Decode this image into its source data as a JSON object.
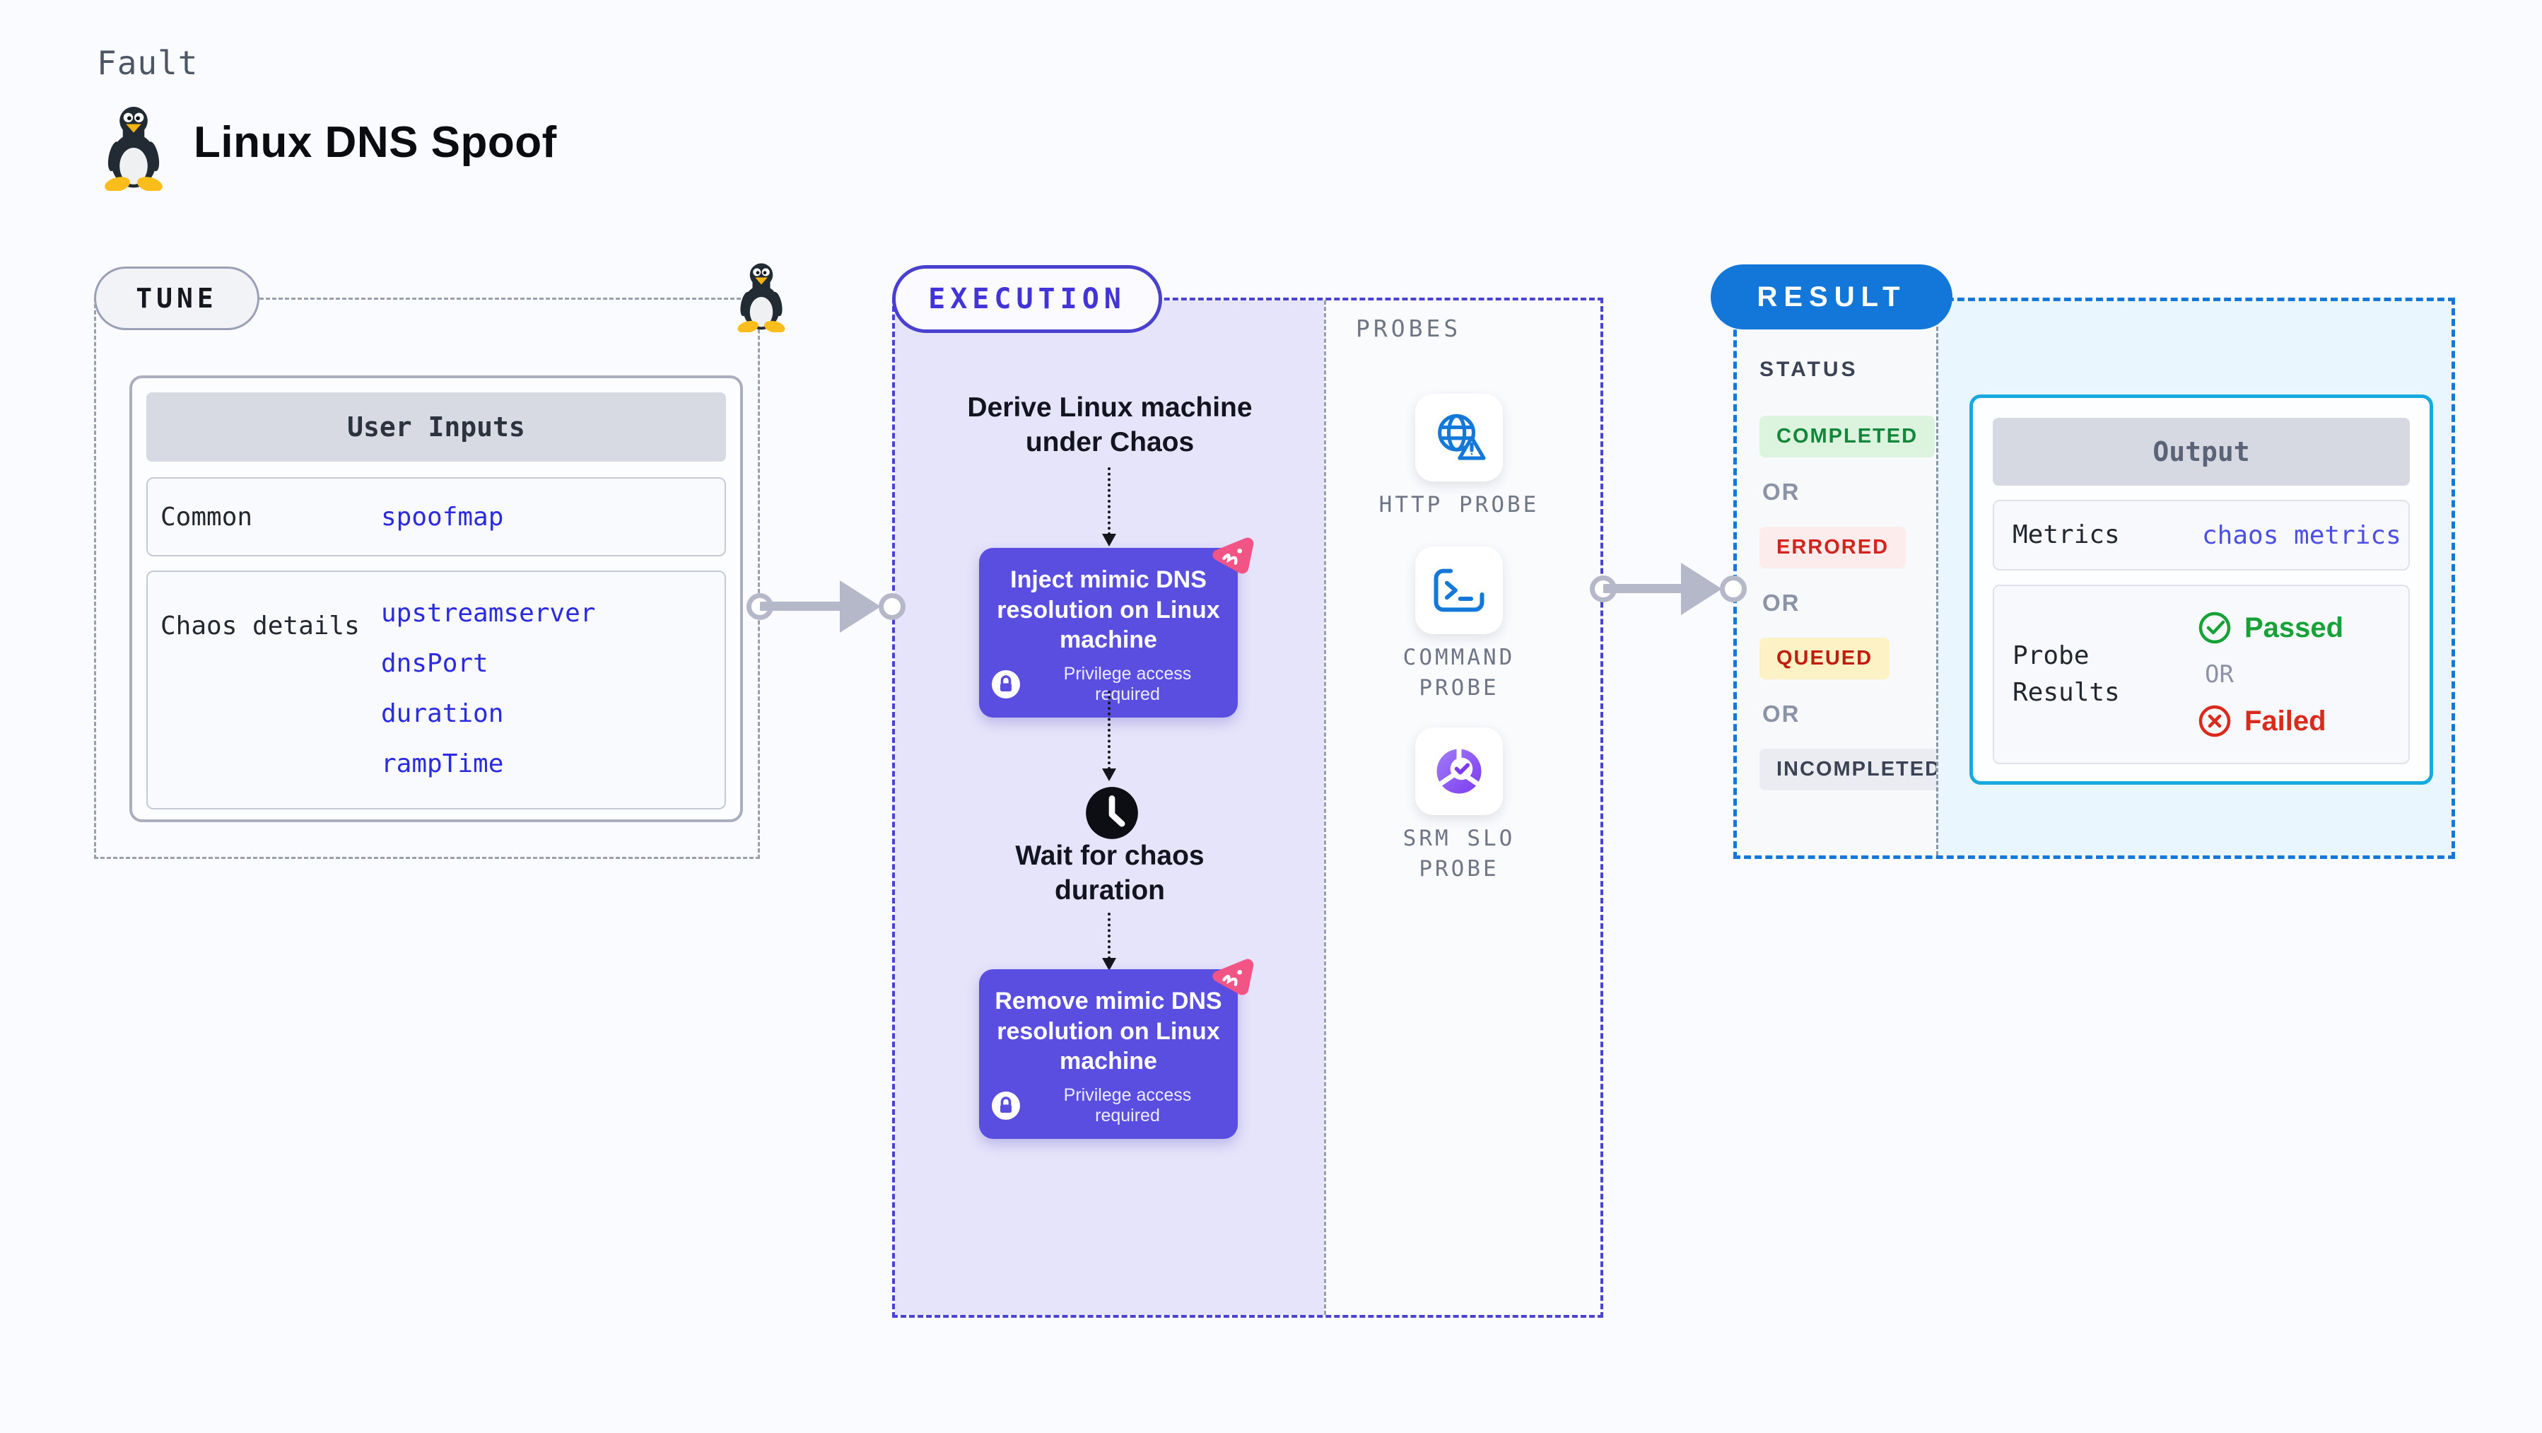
{
  "page": {
    "kicker": "Fault",
    "title": "Linux DNS Spoof"
  },
  "tune": {
    "label": "TUNE",
    "table": {
      "header": "User Inputs",
      "rows": [
        {
          "label": "Common",
          "values": [
            "spoofmap"
          ]
        },
        {
          "label": "Chaos details",
          "values": [
            "upstreamserver",
            "dnsPort",
            "duration",
            "rampTime"
          ]
        }
      ]
    }
  },
  "execution": {
    "label": "EXECUTION",
    "steps": {
      "derive": "Derive Linux machine under Chaos",
      "inject": "Inject mimic DNS resolution on Linux machine",
      "privilege": "Privilege access required",
      "wait": "Wait for chaos duration",
      "remove": "Remove mimic DNS resolution on Linux machine"
    },
    "probes": {
      "label": "PROBES",
      "items": [
        {
          "name": "HTTP PROBE",
          "icon": "globe-alert-icon"
        },
        {
          "name": "COMMAND PROBE",
          "icon": "terminal-icon"
        },
        {
          "name": "SRM SLO PROBE",
          "icon": "pie-check-icon"
        }
      ]
    }
  },
  "result": {
    "label": "RESULT",
    "status": {
      "label": "STATUS",
      "separator": "OR",
      "items": [
        "COMPLETED",
        "ERRORED",
        "QUEUED",
        "INCOMPLETED"
      ]
    },
    "output": {
      "header": "Output",
      "metrics_label": "Metrics",
      "metrics_value": "chaos metrics",
      "probe_label": "Probe Results",
      "passed": "Passed",
      "or": "OR",
      "failed": "Failed"
    }
  },
  "colors": {
    "accent_indigo": "#4a42d2",
    "node_purple": "#5a4ee1",
    "result_blue": "#1277d8",
    "output_border": "#18a9de",
    "link_blue": "#2a2ae0",
    "passed_green": "#17a237",
    "failed_red": "#da2a1e",
    "chaos_pink": "#f25486",
    "probe_icon_blue": "#1478d8"
  }
}
